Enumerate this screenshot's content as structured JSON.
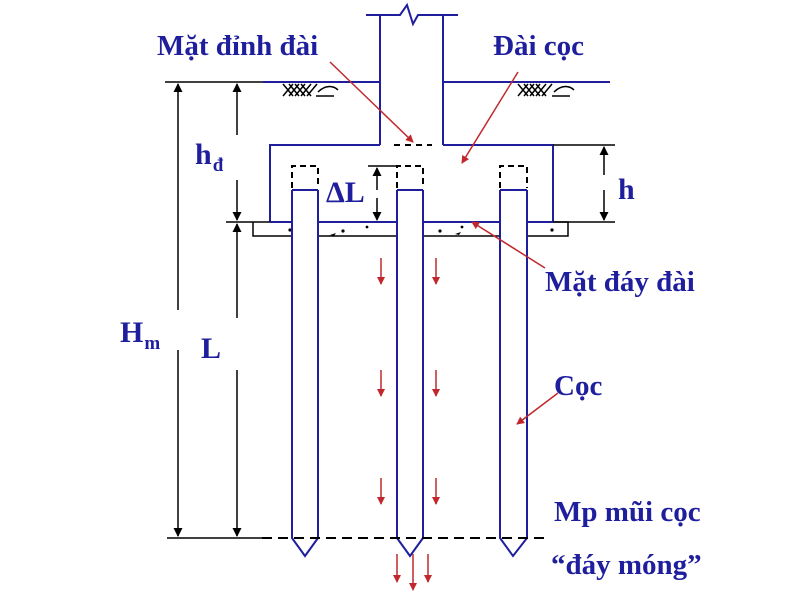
{
  "labels": {
    "top_face": "Mặt đỉnh đài",
    "pile_cap": "Đài cọc",
    "bottom_face": "Mặt đáy đài",
    "pile": "Cọc",
    "pile_tip_plane": "Mp mũi cọc",
    "foundation_base": "“đáy móng”"
  },
  "dimensions": {
    "h_d": {
      "symbol": "h",
      "subscript": "đ"
    },
    "h": "h",
    "delta_L": "ΔL",
    "L": "L",
    "H_m": {
      "symbol": "H",
      "subscript": "m"
    }
  },
  "colors": {
    "outline": "#1f1f9e",
    "arrow": "#c0282d",
    "dimension": "#000000",
    "text": "#1f1f9e"
  }
}
